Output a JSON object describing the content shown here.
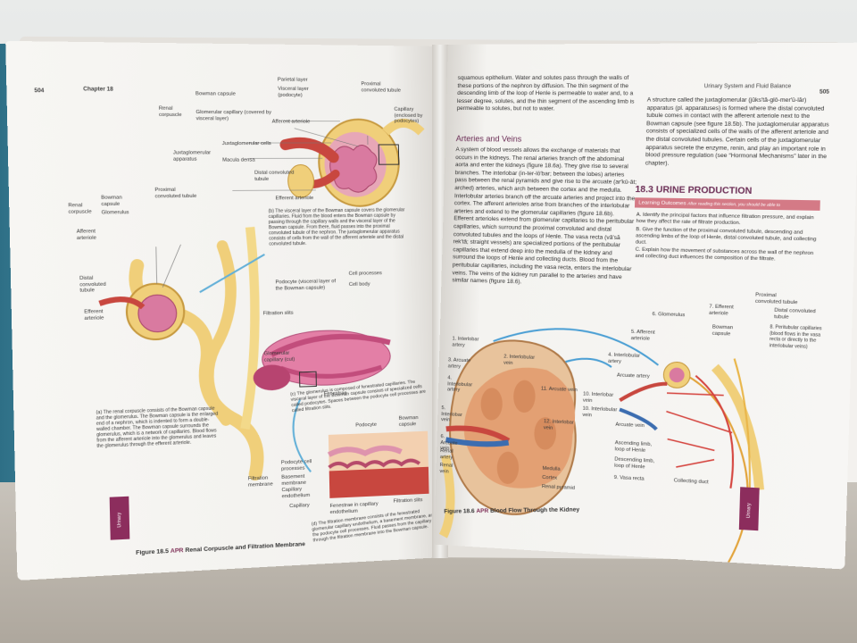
{
  "left_page": {
    "page_number": "504",
    "running_head": "Chapter 18",
    "tab_label": "Urinary",
    "figure_caption": "Figure 18.5",
    "figure_caption_title": "Renal Corpuscle and Filtration Membrane",
    "labels_top": [
      "Parietal layer",
      "Visceral layer (podocyte)",
      "Bowman capsule",
      "Proximal convoluted tubule",
      "Renal corpuscle",
      "Glomerular capillary (covered by visceral layer)",
      "Capillary (enclosed by podocytes)",
      "Afferent arteriole",
      "Juxtaglomerular cells",
      "Juxtaglomerular apparatus",
      "Macula densa",
      "Distal convoluted tubule",
      "Efferent arteriole"
    ],
    "labels_a": [
      "Renal corpuscle",
      "Bowman capsule",
      "Glomerulus",
      "Proximal convoluted tubule",
      "Afferent arteriole",
      "Distal convoluted tubule",
      "Efferent arteriole"
    ],
    "labels_c": [
      "Podocyte (visceral layer of the Bowman capsule)",
      "Cell processes",
      "Cell body",
      "Filtration slits",
      "Glomerular capillary (cut)",
      "Fenestrae"
    ],
    "labels_d": [
      "Podocyte",
      "Bowman capsule",
      "Podocyte cell processes",
      "Basement membrane",
      "Capillary endothelium",
      "Filtration membrane",
      "Capillary",
      "Fenestrae in capillary endothelium",
      "Filtration slits"
    ],
    "caption_a": "(a) The renal corpuscle consists of the Bowman capsule and the glomerulus. The Bowman capsule is the enlarged end of a nephron, which is indented to form a double-walled chamber. The Bowman capsule surrounds the glomerulus, which is a network of capillaries. Blood flows from the afferent arteriole into the glomerulus and leaves the glomerulus through the efferent arteriole.",
    "caption_b": "(b) The visceral layer of the Bowman capsule covers the glomerular capillaries. Fluid from the blood enters the Bowman capsule by passing through the capillary walls and the visceral layer of the Bowman capsule. From there, fluid passes into the proximal convoluted tubule of the nephron. The juxtaglomerular apparatus consists of cells from the wall of the afferent arteriole and the distal convoluted tubule.",
    "caption_c": "(c) The glomerulus is composed of fenestrated capillaries. The visceral layer of the Bowman capsule consists of specialized cells called podocytes. Spaces between the podocyte cell processes are called filtration slits.",
    "caption_d": "(d) The filtration membrane consists of the fenestrated glomerular capillary endothelium, a basement membrane, and the podocyte cell processes. Fluid passes from the capillary through the filtration membrane into the Bowman capsule."
  },
  "right_page": {
    "page_number": "505",
    "running_head": "Urinary System and Fluid Balance",
    "tab_label": "Urinary",
    "text_top": "squamous epithelium. Water and solutes pass through the walls of these portions of the nephron by diffusion. The thin segment of the descending limb of the loop of Henle is permeable to water and, to a lesser degree, solutes, and the thin segment of the ascending limb is permeable to solutes, but not to water.",
    "arteries_heading": "Arteries and Veins",
    "arteries_text": "A system of blood vessels allows the exchange of materials that occurs in the kidneys. The renal arteries branch off the abdominal aorta and enter the kidneys (figure 18.6a). They give rise to several branches. The interlobar (in-ter-lō′bar; between the lobes) arteries pass between the renal pyramids and give rise to the arcuate (ar′kū-āt; arched) arteries, which arch between the cortex and the medulla. Interlobular arteries branch off the arcuate arteries and project into the cortex. The afferent arterioles arise from branches of the interlobular arteries and extend to the glomerular capillaries (figure 18.6b). Efferent arterioles extend from glomerular capillaries to the peritubular capillaries, which surround the proximal convoluted and distal convoluted tubules and the loops of Henle. The vasa recta (vă′să rek′tă; straight vessels) are specialized portions of the peritubular capillaries that extend deep into the medulla of the kidney and surround the loops of Henle and collecting ducts. Blood from the peritubular capillaries, including the vasa recta, enters the interlobular veins. The veins of the kidney run parallel to the arteries and have similar names (figure 18.6).",
    "jga_text": "A structure called the juxtaglomerular (jŭks′tă-glō-mer′ū-lăr) apparatus (pl. apparatuses) is formed where the distal convoluted tubule comes in contact with the afferent arteriole next to the Bowman capsule (see figure 18.5b). The juxtaglomerular apparatus consists of specialized cells of the walls of the afferent arteriole and the distal convoluted tubules. Certain cells of the juxtaglomerular apparatus secrete the enzyme, renin, and play an important role in blood pressure regulation (see “Hormonal Mechanisms” later in the chapter).",
    "section_heading": "18.3 URINE PRODUCTION",
    "outcomes_label": "Learning Outcomes",
    "outcomes_hint": "After reading this section, you should be able to",
    "outcomes": [
      "A. Identify the principal factors that influence filtration pressure, and explain how they affect the rate of filtrate production.",
      "B. Give the function of the proximal convoluted tubule, descending and ascending limbs of the loop of Henle, distal convoluted tubule, and collecting duct.",
      "C. Explain how the movement of substances across the wall of the nephron and collecting duct influences the composition of the filtrate."
    ],
    "kidney_labels": [
      "1. Interlobar artery",
      "2. Interlobular vein",
      "3. Arcuate artery",
      "4. Interlobular artery",
      "5. Interlobar vein",
      "6. Arcuate vein",
      "Renal artery",
      "Renal vein",
      "10. Interlobar vein",
      "11. Arcuate vein",
      "12. Interlobar vein",
      "Medulla",
      "Cortex",
      "Renal pyramid"
    ],
    "nephron_labels": [
      "Proximal convoluted tubule",
      "Distal convoluted tubule",
      "6. Glomerulus",
      "7. Efferent arteriole",
      "Bowman capsule",
      "5. Afferent arteriole",
      "8. Peritubular capillaries (blood flows in the vasa recta or directly to the interlobular veins)",
      "4. Interlobular artery",
      "Arcuate artery",
      "10. Interlobular vein",
      "Arcuate vein",
      "Ascending limb, loop of Henle",
      "Descending limb, loop of Henle",
      "9. Vasa recta",
      "Collecting duct"
    ],
    "figure_caption": "Figure 18.6",
    "figure_caption_title": "Blood Flow Through the Kidney"
  },
  "colors": {
    "arteriole_red": "#c8473f",
    "tubule_yellow": "#f0cf7a",
    "glomerulus_pink": "#d97aa0",
    "accent_heading": "#6b2d55",
    "outcome_bar": "#d47a86",
    "tab_magenta": "#8c2d5d"
  }
}
